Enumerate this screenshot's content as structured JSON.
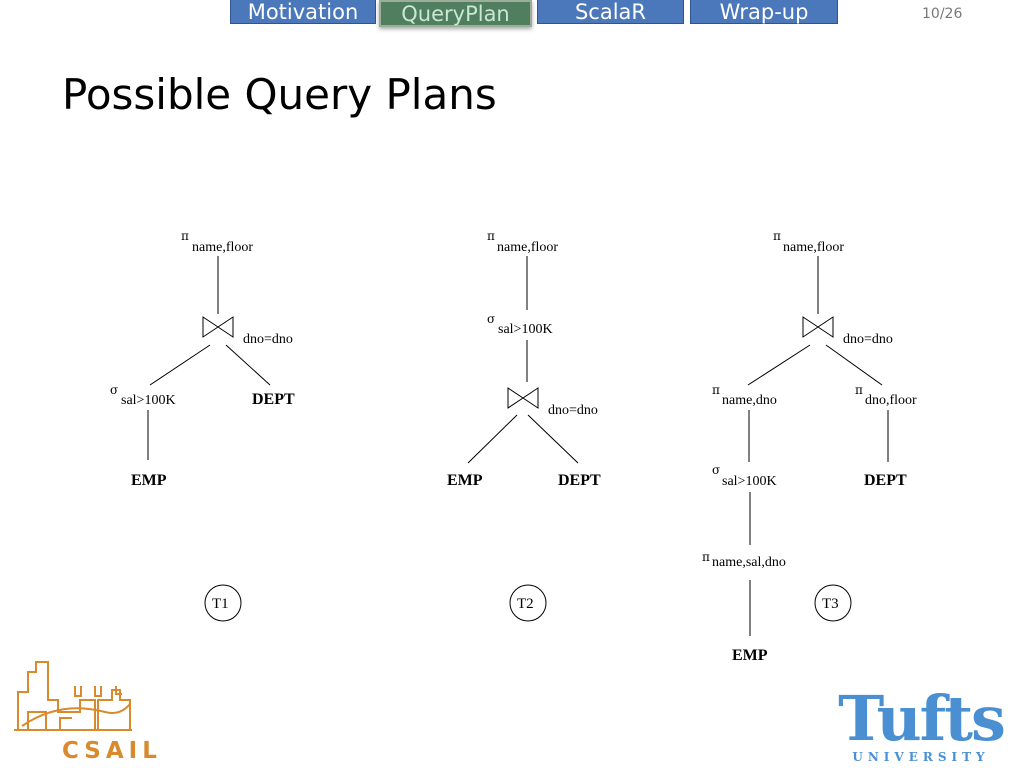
{
  "nav": {
    "tabs": [
      {
        "label": "Motivation",
        "active": false
      },
      {
        "label": "QueryPlan",
        "active": true
      },
      {
        "label": "ScalaR",
        "active": false
      },
      {
        "label": "Wrap-up",
        "active": false
      }
    ],
    "page_number": "10/26"
  },
  "slide": {
    "title": "Possible Query Plans"
  },
  "plans": {
    "symbols": {
      "project": "π",
      "select": "σ"
    },
    "t1": {
      "project_sub": "name,floor",
      "join_cond": "dno=dno",
      "select_sub": "sal>100K",
      "left_rel": "EMP",
      "right_rel": "DEPT",
      "label": "T1"
    },
    "t2": {
      "project_sub": "name,floor",
      "select_sub": "sal>100K",
      "join_cond": "dno=dno",
      "left_rel": "EMP",
      "right_rel": "DEPT",
      "label": "T2"
    },
    "t3": {
      "project_sub": "name,floor",
      "join_cond": "dno=dno",
      "left_project_sub": "name,dno",
      "right_project_sub": "dno,floor",
      "select_sub": "sal>100K",
      "inner_project_sub": "name,sal,dno",
      "left_rel": "EMP",
      "right_rel": "DEPT",
      "label": "T3"
    }
  },
  "logos": {
    "csail": "CSAIL",
    "tufts_main": "Tufts",
    "tufts_sub": "UNIVERSITY",
    "csail_color": "#d88a2d",
    "tufts_color": "#4a8fd1"
  }
}
